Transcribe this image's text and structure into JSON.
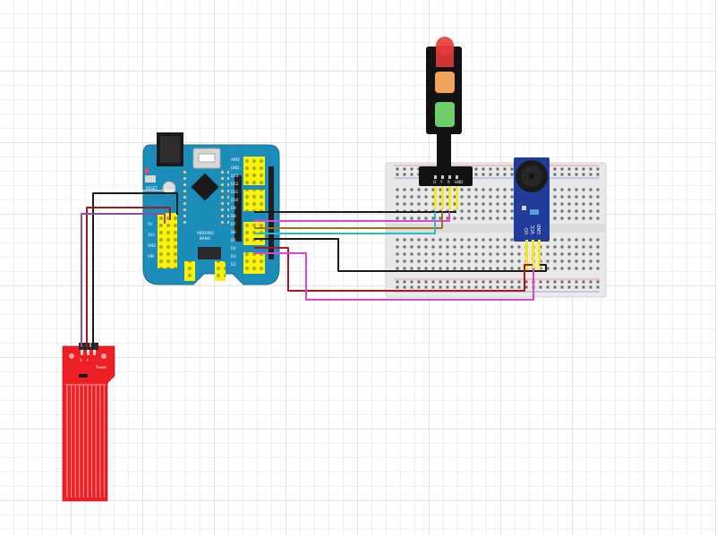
{
  "board": {
    "reset_label": "RESET",
    "chip_label": "ARDUINO",
    "chip_sub": "NANO",
    "pin_labels": [
      "AREF",
      "GND",
      "D13",
      "D12",
      "D11",
      "D10",
      "D9",
      "D8",
      "D7",
      "D6",
      "D5",
      "D4",
      "D3",
      "D2"
    ],
    "power_labels": [
      "5V",
      "3V3",
      "GND",
      "VIN"
    ]
  },
  "water_sensor": {
    "pin_labels": [
      "S",
      "+",
      "-"
    ],
    "power_label": "Power"
  },
  "buzzer_module": {
    "pin_labels": [
      "I/O",
      "VCC",
      "GND"
    ]
  },
  "traffic_light": {
    "pin_labels": [
      "G",
      "Y",
      "R",
      "GND"
    ]
  },
  "colors": {
    "board": "#1c8cb8",
    "header": "#f7f20b",
    "sensor": "#ee1f23",
    "buzzer_board": "#223c9a",
    "breadboard": "#e9e9e9",
    "wire_black": "#1a1a1a",
    "wire_red": "#a3181d",
    "wire_purple": "#8e4ea2",
    "wire_magenta": "#e343d2",
    "wire_brown": "#a0741f",
    "wire_teal": "#2fb9bf"
  }
}
